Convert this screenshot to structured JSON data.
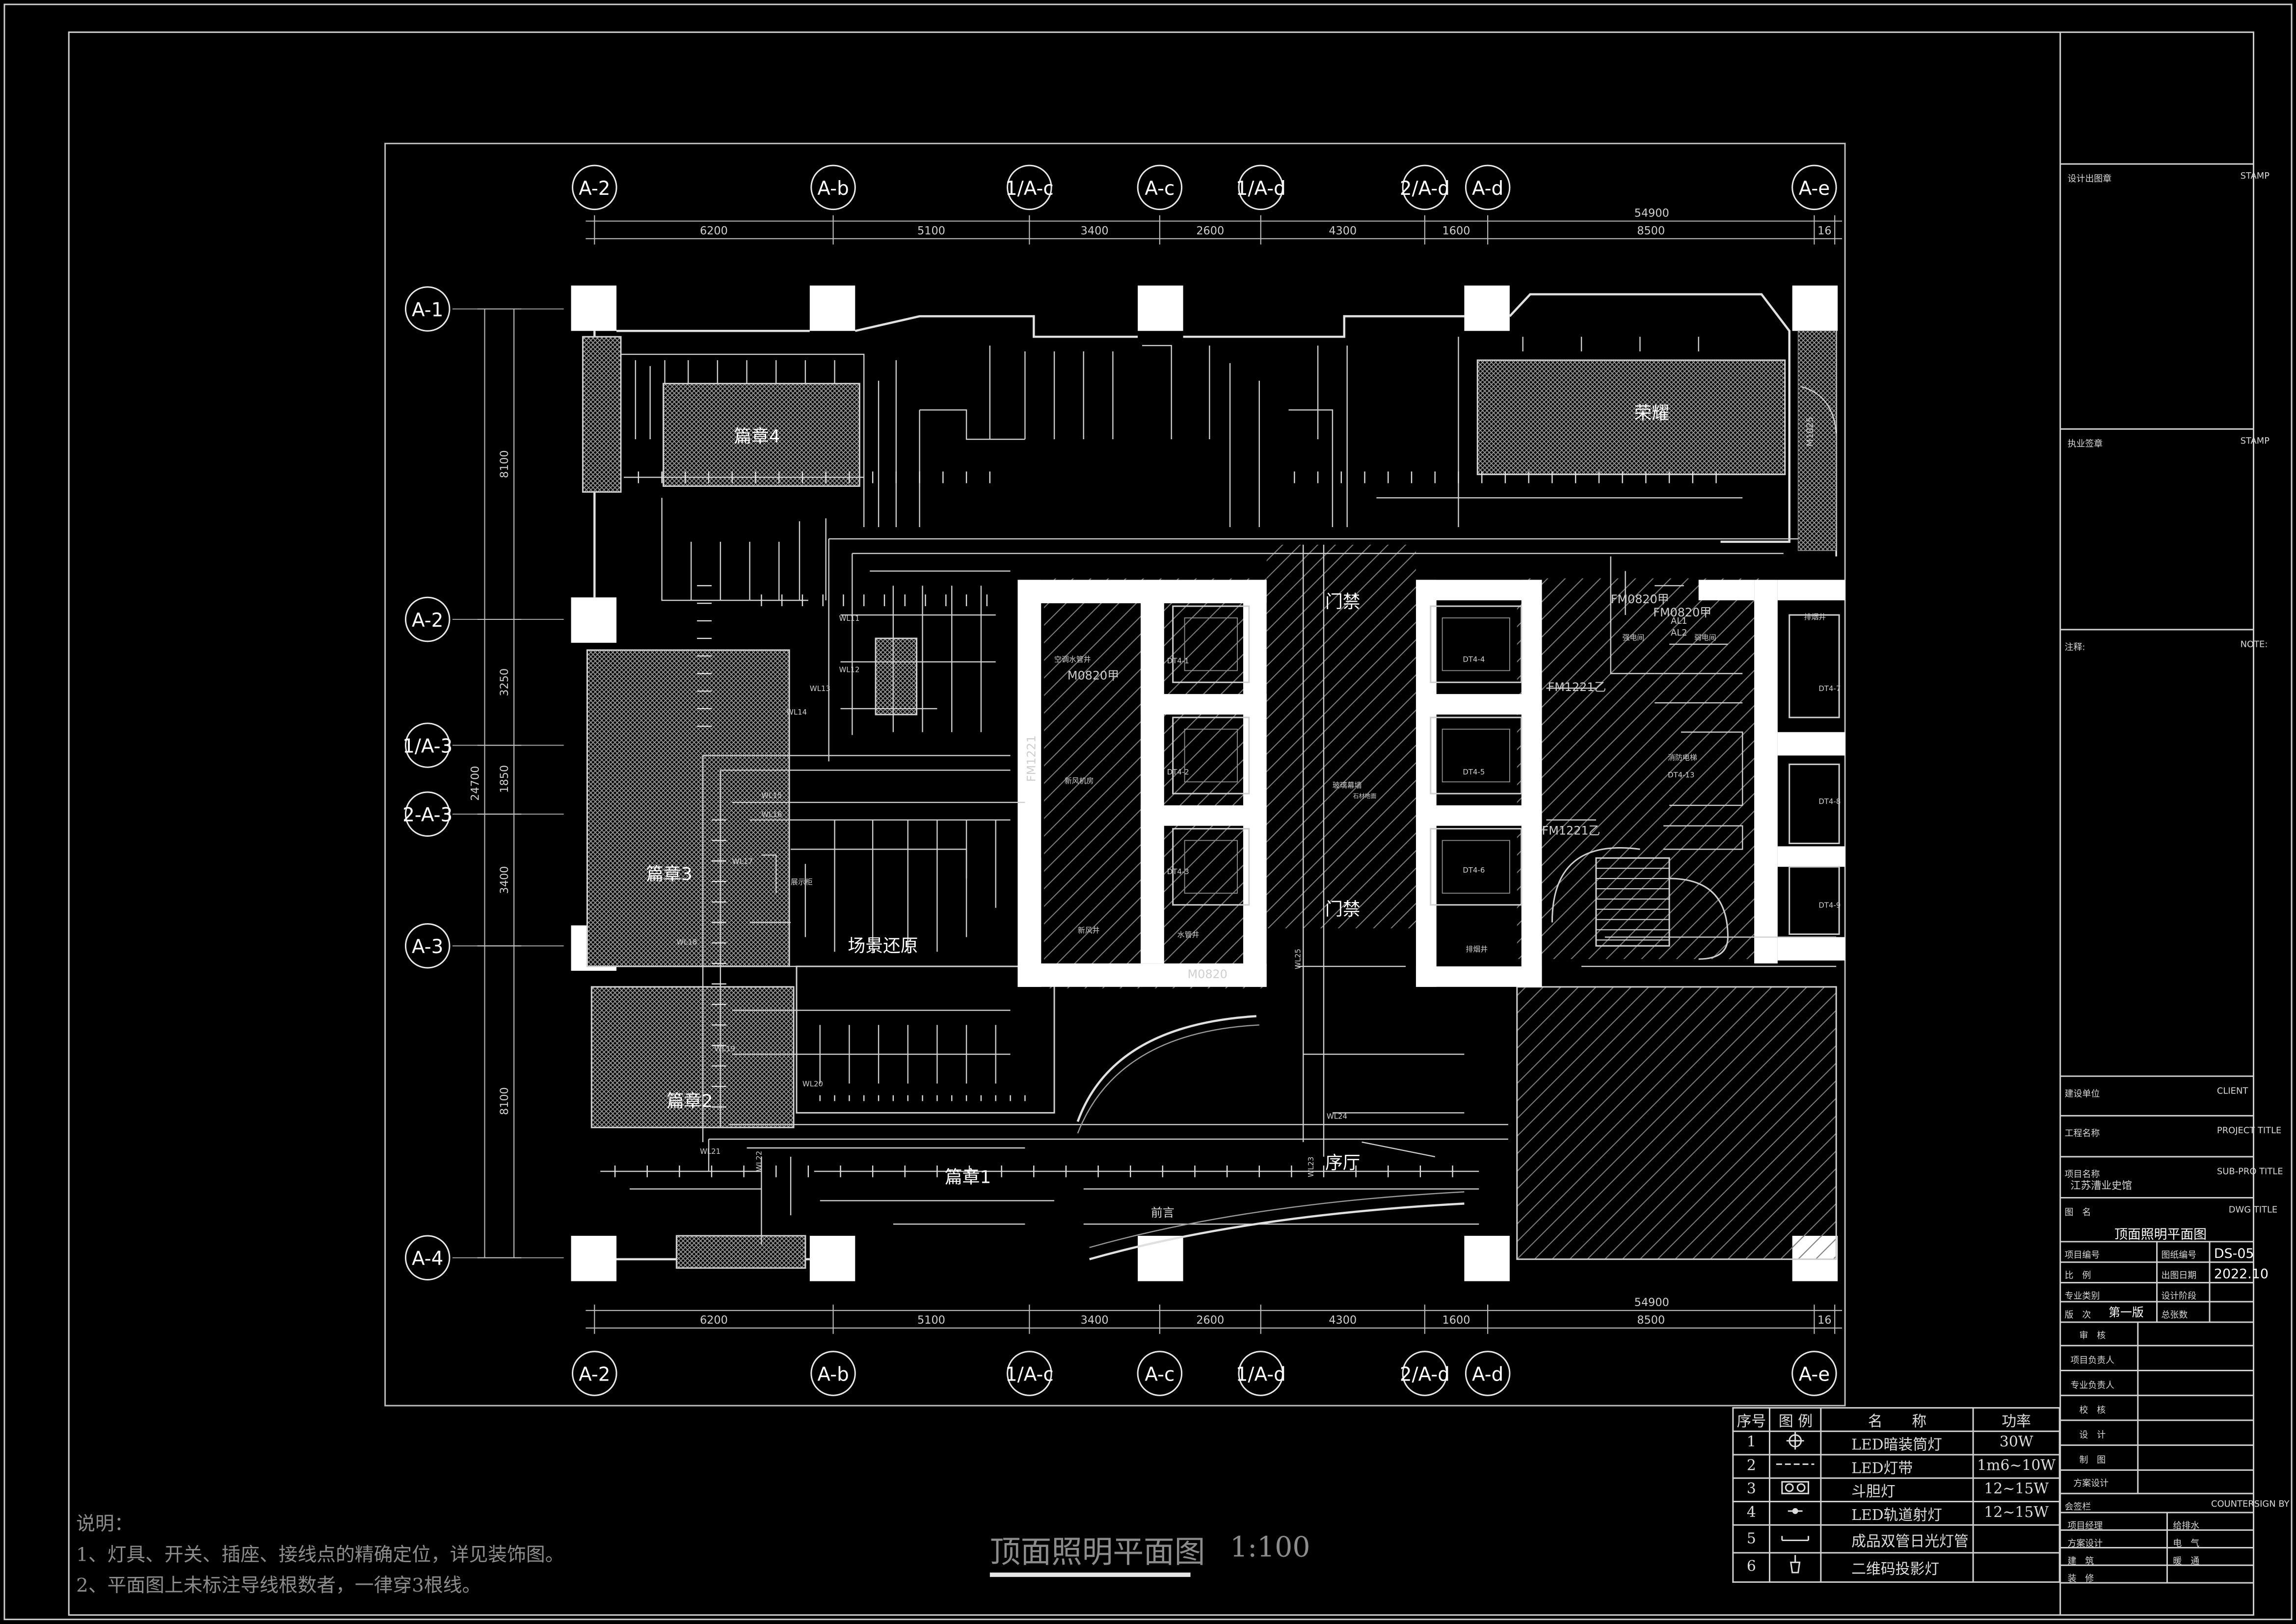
{
  "grid_columns": [
    "A-2",
    "A-b",
    "1/A-c",
    "A-c",
    "1/A-d",
    "2/A-d",
    "A-d",
    "A-e"
  ],
  "grid_rows": [
    "A-1",
    "A-2",
    "1/A-3",
    "2-A-3",
    "A-3",
    "A-4"
  ],
  "dimensions_horizontal": [
    "6200",
    "5100",
    "3400",
    "2600",
    "4300",
    "1600",
    "8500",
    "16"
  ],
  "dimension_total_horizontal": "54900",
  "dimensions_vertical": [
    "8100",
    "3250",
    "1850",
    "3400",
    "8100"
  ],
  "dimension_total_vertical": "24700",
  "room_labels": {
    "chapter_4": "篇章4",
    "chapter_3": "篇章3",
    "chapter_2": "篇章2",
    "chapter_1": "篇章1",
    "scene": "场景还原",
    "prelude": "序厅",
    "preface": "前言",
    "glory": "荣耀",
    "access_1": "门禁",
    "access_2": "门禁"
  },
  "minor_labels": {
    "door_m1025": "M1025",
    "door_m0820a": "M0820甲",
    "door_m0820": "M0820",
    "door_fm1221_1": "FM1221",
    "door_fm1221_2": "FM1221乙",
    "door_fm1221_3": "FM1221乙",
    "door_fm0820a": "FM0820甲",
    "door_fm0820b": "FM0820甲",
    "aircon": "空调水管井",
    "fresh_air": "新风机房",
    "fresh_air_2": "新风井",
    "water_pipe": "水管井",
    "exhaust": "排烟井",
    "exhaust_2": "排烟井",
    "elec_room": "弱电间",
    "elec_room_2": "强电间",
    "fire_elevator": "消防电梯",
    "dt_1": "DT4-1",
    "dt_2": "DT4-2",
    "dt_3": "DT4-3",
    "dt_4": "DT4-4",
    "dt_5": "DT4-5",
    "dt_6": "DT4-6",
    "dt_7": "DT4-7",
    "dt_8": "DT4-8",
    "dt_9": "DT4-9",
    "dt_13": "DT4-13",
    "al1": "AL1",
    "al2": "AL2",
    "wl_11": "WL11",
    "wl_12": "WL12",
    "wl_13": "WL13",
    "wl_14": "WL14",
    "wl_15": "WL15",
    "wl_16": "WL16",
    "wl_17": "WL17",
    "wl_18": "WL18",
    "wl_19": "WL19",
    "wl_20": "WL20",
    "wl_21": "WL21",
    "wl_22": "WL22",
    "wl_23": "WL23",
    "wl_24": "WL24",
    "wl_25": "WL25",
    "shaft_note": "玻璃幕墙",
    "scene_note": "展示柜",
    "hatch_note": "石材地面"
  },
  "notes": {
    "heading": "说明：",
    "line1": "1、灯具、开关、插座、接线点的精确定位，详见装饰图。",
    "line2": "2、平面图上未标注导线根数者，一律穿3根线。"
  },
  "drawing_title": "顶面照明平面图",
  "drawing_scale": "1:100",
  "legend": {
    "headers": [
      "序号",
      "图 例",
      "名　　称",
      "功率"
    ],
    "rows": [
      {
        "no": "1",
        "name": "LED暗装筒灯",
        "power": "30W",
        "symbol": "downlight-symbol"
      },
      {
        "no": "2",
        "name": "LED灯带",
        "power": "1m6~10W",
        "symbol": "led-strip-symbol"
      },
      {
        "no": "3",
        "name": "斗胆灯",
        "power": "12~15W",
        "symbol": "grille-lamp-symbol"
      },
      {
        "no": "4",
        "name": "LED轨道射灯",
        "power": "12~15W",
        "symbol": "track-spotlight-symbol"
      },
      {
        "no": "5",
        "name": "成品双管日光灯管",
        "power": "",
        "symbol": "fluorescent-tube-symbol"
      },
      {
        "no": "6",
        "name": "二维码投影灯",
        "power": "",
        "symbol": "qr-projector-symbol"
      }
    ]
  },
  "title_block": {
    "design_stamp": "设计出图章",
    "stamp": "STAMP",
    "practice_stamp": "执业签章",
    "stamp_2": "STAMP",
    "notes_label": "注释:",
    "notes_en": "NOTE:",
    "client_label": "建设单位",
    "client_en": "CLIENT",
    "project_label": "工程名称",
    "project_en": "PROJECT TITLE",
    "subproject_label": "项目名称",
    "subproject_en": "SUB-PRO TITLE",
    "subproject_value": "江苏漕业史馆",
    "drawing_name_label": "图　名",
    "drawing_name_en": "DWG TITLE",
    "drawing_name_value": "顶面照明平面图",
    "project_no_label": "项目编号",
    "drawing_no_label": "图纸编号",
    "drawing_no_value": "DS-05",
    "scale_label": "比　例",
    "date_label": "出图日期",
    "date_value": "2022.10",
    "discipline_label": "专业类别",
    "phase_label": "设计阶段",
    "version_label": "版　次",
    "version_value": "第一版",
    "total_label": "总张数",
    "audit": "审　核",
    "project_lead": "项目负责人",
    "discipline_lead": "专业负责人",
    "check": "校　核",
    "draw": "制　图",
    "scheme": "方案设计",
    "cosign": "会签栏",
    "cosign_en": "COUNTERSIGN BY",
    "pm": "项目经理",
    "plumbing": "给排水",
    "scheme_design": "方案设计",
    "electric": "电　气",
    "architecture": "建　筑",
    "hvac": "暖　通",
    "decoration": "装　修",
    "design_lead": "设　计"
  }
}
